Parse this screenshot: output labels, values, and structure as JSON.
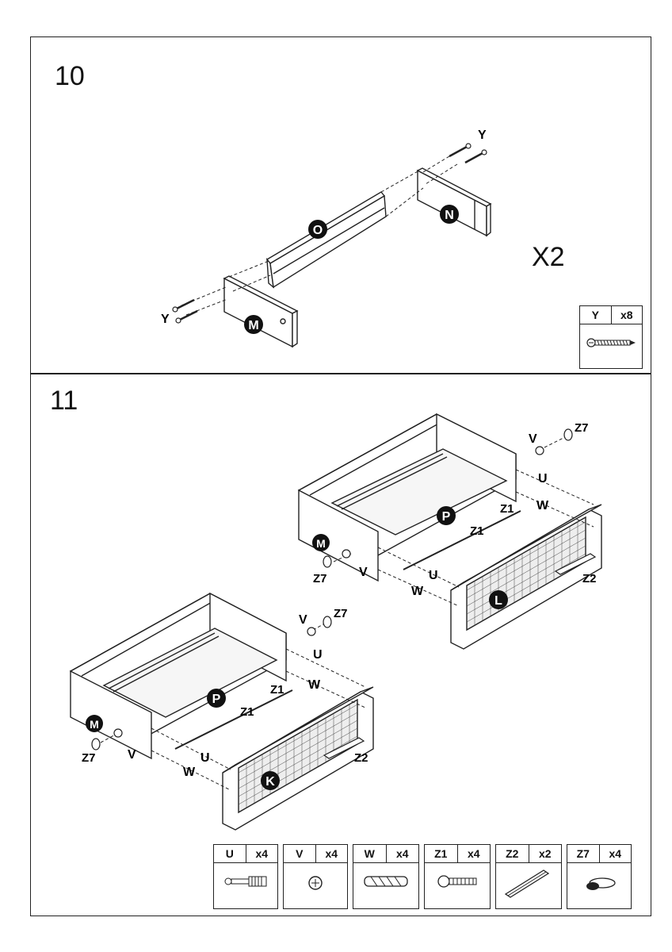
{
  "step10": {
    "number": "10",
    "multiplier": "X2",
    "labels": {
      "O": "O",
      "N": "N",
      "M": "M",
      "Y_top": "Y",
      "Y_left": "Y"
    },
    "parts": [
      {
        "code": "Y",
        "qty": "x8",
        "icon": "screw-icon"
      }
    ]
  },
  "step11": {
    "number": "11",
    "drawer_top": {
      "P": "P",
      "M": "M",
      "L": "L",
      "V1": "V",
      "V2": "V",
      "Z7a": "Z7",
      "Z7b": "Z7",
      "U1": "U",
      "U2": "U",
      "W1": "W",
      "W2": "W",
      "Z1a": "Z1",
      "Z1b": "Z1",
      "Z2": "Z2"
    },
    "drawer_bottom": {
      "P": "P",
      "M": "M",
      "K": "K",
      "V1": "V",
      "V2": "V",
      "Z7a": "Z7",
      "Z7b": "Z7",
      "U1": "U",
      "U2": "U",
      "W1": "W",
      "W2": "W",
      "Z1a": "Z1",
      "Z1b": "Z1",
      "Z2": "Z2"
    },
    "parts": [
      {
        "code": "U",
        "qty": "x4",
        "icon": "cam-bolt-icon"
      },
      {
        "code": "V",
        "qty": "x4",
        "icon": "cam-lock-icon"
      },
      {
        "code": "W",
        "qty": "x4",
        "icon": "wood-dowel-icon"
      },
      {
        "code": "Z1",
        "qty": "x4",
        "icon": "handle-screw-icon"
      },
      {
        "code": "Z2",
        "qty": "x2",
        "icon": "rail-icon"
      },
      {
        "code": "Z7",
        "qty": "x4",
        "icon": "cap-icon"
      }
    ]
  }
}
